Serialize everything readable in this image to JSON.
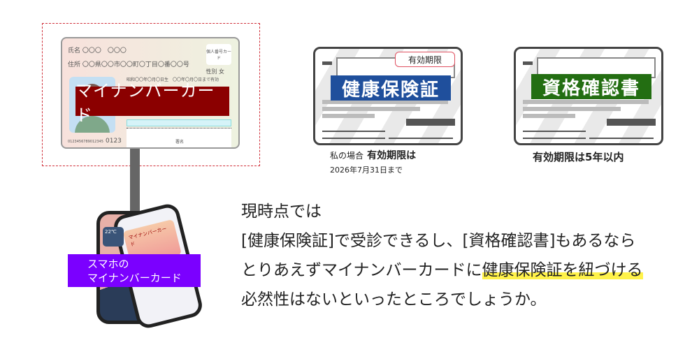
{
  "mynumber_card": {
    "label": "マイナンバーカード",
    "name_field": "氏名 〇〇〇　〇〇〇",
    "address_field": "住所 〇〇県〇〇市〇〇町〇丁目〇番〇〇号",
    "badge": "個人番号カード",
    "sex": "性別 女",
    "dates": "昭和〇〇年〇月〇日生　〇〇年〇月〇日まで有効",
    "serial": "0123456789012345",
    "number": "0123",
    "signature_label": "署名"
  },
  "smartphone": {
    "label_line1": "スマホの",
    "label_line2": "マイナンバーカード",
    "widget_time": "22℃",
    "wallet_card": "マイナンバーカード"
  },
  "health_card": {
    "label": "健康保険証",
    "tag": "有効期限",
    "caption_prefix": "私の場合",
    "caption_main": "有効期限は",
    "caption_date": "2026年7月31日まで",
    "color": "#1f4f9c"
  },
  "qualification_card": {
    "label": "資格確認書",
    "caption": "有効期限は5年以内",
    "color": "#236e12"
  },
  "body_text": {
    "line1": "現時点では",
    "line2": "[健康保険証]で受診できるし、[資格確認書]もあるなら",
    "line3_pre": "とりあえずマイナンバーカードに",
    "line3_highlight": "健康保険証を紐づける",
    "line4": "必然性はないといったところでしょうか。"
  }
}
